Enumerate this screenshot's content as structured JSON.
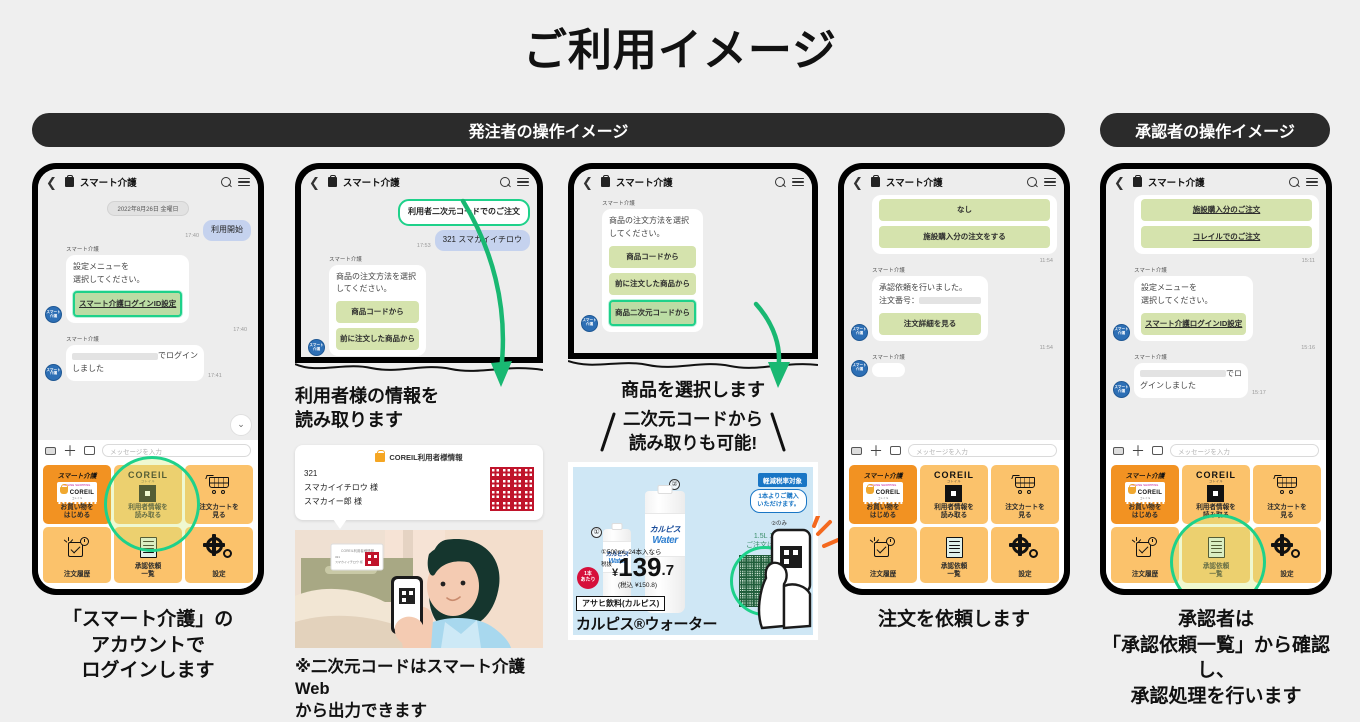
{
  "page": {
    "title": "ご利用イメージ"
  },
  "banners": {
    "orderer": "発注者の操作イメージ",
    "approver": "承認者の操作イメージ"
  },
  "app": {
    "header_title": "スマート介護",
    "sender_name": "スマート介護",
    "avatar_line1": "スマート",
    "avatar_line2": "介護",
    "message_placeholder": "メッセージを入力",
    "icons": {
      "back": "chevron-left-icon",
      "search": "search-icon",
      "menu": "hamburger-icon",
      "keyboard": "keyboard-icon",
      "plus": "plus-icon",
      "image": "image-icon",
      "scroll_down": "chevron-down-icon"
    }
  },
  "menu_tiles": [
    {
      "label": "お買い物を\nはじめる",
      "icon": "shop-basket-icon",
      "brand": "スマート介護",
      "card_top": "ONLINE SHOPPING",
      "card_main": "COREIL",
      "card_sub": "コレイル"
    },
    {
      "label": "利用者情報を\n読み取る",
      "icon": "qr-scan-icon",
      "word": "COREIL",
      "word_sub": "コレイル"
    },
    {
      "label": "注文カートを\n見る",
      "icon": "shopping-cart-icon"
    },
    {
      "label": "注文履歴",
      "icon": "order-history-icon"
    },
    {
      "label": "承認依頼\n一覧",
      "icon": "approval-list-icon"
    },
    {
      "label": "設定",
      "icon": "gear-icon"
    }
  ],
  "columns": [
    {
      "id": "col1",
      "caption": "「スマート介護」の\nアカウントで\nログインします",
      "chat": {
        "date_chip": "2022年8月26日 金曜日",
        "messages": [
          {
            "side": "right",
            "type": "blue",
            "text": "利用開始",
            "time": "17:40"
          },
          {
            "side": "left",
            "type": "white",
            "sender": "スマート介護",
            "text": "設定メニューを\n選択してください。",
            "options": [
              {
                "label": "スマート介護ログインID設定",
                "selected": true,
                "link": true
              }
            ],
            "time": "17:40"
          },
          {
            "side": "left",
            "type": "white",
            "sender": "スマート介護",
            "masked_prefix": true,
            "text": "でログイン\nしました",
            "time": "17:41"
          }
        ]
      },
      "highlight_tile_index": 1
    },
    {
      "id": "col2",
      "caption": "利用者様の情報を\n読み取ります",
      "note": "※二次元コードはスマート介護Web\nから出力できます",
      "chat": {
        "messages": [
          {
            "side": "right",
            "type": "white-hl",
            "text": "利用者二次元コードでのご注文"
          },
          {
            "side": "right",
            "type": "blue",
            "text": "321 スマカイイチロウ",
            "time": "17:53"
          },
          {
            "side": "left",
            "type": "white",
            "sender": "スマート介護",
            "text": "商品の注文方法を選択\nしてください。",
            "options": [
              {
                "label": "商品コードから"
              },
              {
                "label": "前に注文した商品から"
              }
            ]
          }
        ]
      },
      "card": {
        "title": "COREIL利用者様情報",
        "lines": [
          "321",
          "スマカイイチロウ 様",
          "スマカイー郎 様"
        ],
        "qr": "user-qr-code"
      }
    },
    {
      "id": "col3",
      "caption": "商品を選択します",
      "subcaption": "二次元コードから\n読み取りも可能!",
      "chat": {
        "messages": [
          {
            "side": "left",
            "type": "white",
            "sender": "スマート介護",
            "text": "商品の注文方法を選択\nしてください。",
            "options": [
              {
                "label": "商品コードから"
              },
              {
                "label": "前に注文した商品から"
              },
              {
                "label": "商品二次元コードから",
                "selected": true
              }
            ]
          }
        ]
      },
      "flyer": {
        "tax_badge": "軽減税率対象",
        "one_badge": "1本よりご購入\nいただけます。",
        "only_note": "②のみ",
        "item1_num": "①",
        "item2_num": "②",
        "price_circle": "1本\nあたり",
        "price_label": "①500mL 24本入なら",
        "price_prefix": "税抜",
        "price_yen": "¥",
        "price_int": "139",
        "price_dec": ".7",
        "price_tax": "(税込 ¥150.8)",
        "maker": "アサヒ飲料(カルピス)",
        "product": "カルピス®ウォーター",
        "qr_note": "1.5L 1本の\nご注文はこちら",
        "bottle_brand": "カルピス",
        "bottle_brand2": "Water"
      }
    },
    {
      "id": "col4",
      "caption": "注文を依頼します",
      "chat": {
        "messages": [
          {
            "side": "left",
            "type": "white-cont",
            "options": [
              {
                "label": "なし"
              },
              {
                "label": "施設購入分の注文をする"
              }
            ],
            "time": "11:54"
          },
          {
            "side": "left",
            "type": "white",
            "sender": "スマート介護",
            "text": "承認依頼を行いました。\n注文番号：",
            "masked_suffix": true,
            "options": [
              {
                "label": "注文詳細を見る"
              }
            ],
            "time": "11:54"
          },
          {
            "side": "left",
            "type": "partial",
            "sender": "スマート介護"
          }
        ]
      }
    },
    {
      "id": "col5",
      "caption": "承認者は\n「承認依頼一覧」から確認し、\n承認処理を行います",
      "chat": {
        "messages": [
          {
            "side": "left",
            "type": "white-cont",
            "options": [
              {
                "label": "施設購入分のご注文",
                "link": true
              },
              {
                "label": "コレイルでのご注文",
                "link": true
              }
            ],
            "time": "15:11"
          },
          {
            "side": "left",
            "type": "white",
            "sender": "スマート介護",
            "text": "設定メニューを\n選択してください。",
            "options": [
              {
                "label": "スマート介護ログインID設定",
                "link": true
              }
            ],
            "time": "15:16"
          },
          {
            "side": "left",
            "type": "white",
            "sender": "スマート介護",
            "masked_prefix": true,
            "text": "でロ\nグインしました",
            "time": "15:17"
          }
        ]
      },
      "highlight_tile_index": 4
    }
  ],
  "colors": {
    "background": "#EFEFEF",
    "banner": "#2B2B2B",
    "highlight_green": "#1ED18A",
    "option_green": "#D5E3AD",
    "tile_orange": "#FBC26B",
    "tile_orange_dark": "#F29222",
    "bubble_blue": "#C5D2EE",
    "qr_red": "#C0142B"
  }
}
